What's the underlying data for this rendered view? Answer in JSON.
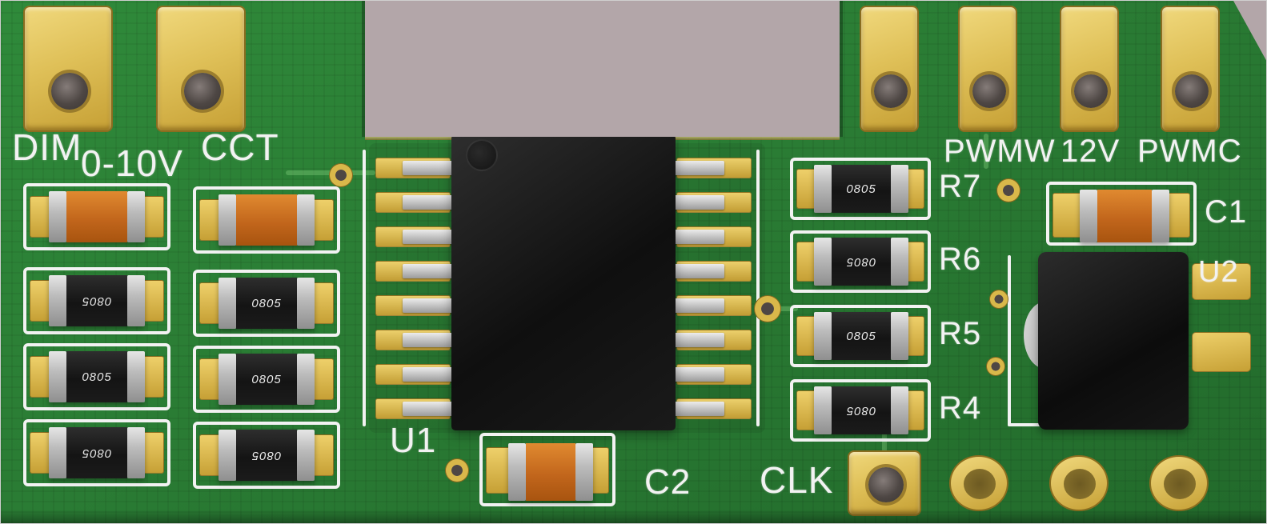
{
  "colors": {
    "background": "#b3a6a9",
    "board": "#2a7c34",
    "gold": "#dfc058",
    "silkscreen": "#f2f2f2",
    "chip": "#141414",
    "orange": "#c2661c",
    "silver": "#bcbcbc",
    "hole": "#4e4744"
  },
  "chip_marking": "0805",
  "silkscreen": {
    "dim": "DIM",
    "range": "0-10V",
    "cct": "CCT",
    "u1": "U1",
    "c2": "C2",
    "clk": "CLK",
    "c1": "C1",
    "u2": "U2",
    "pwmw": "PWMW",
    "v12": "12V",
    "pwmc": "PWMC",
    "r_labels": [
      "R7",
      "R6",
      "R5",
      "R4"
    ]
  }
}
